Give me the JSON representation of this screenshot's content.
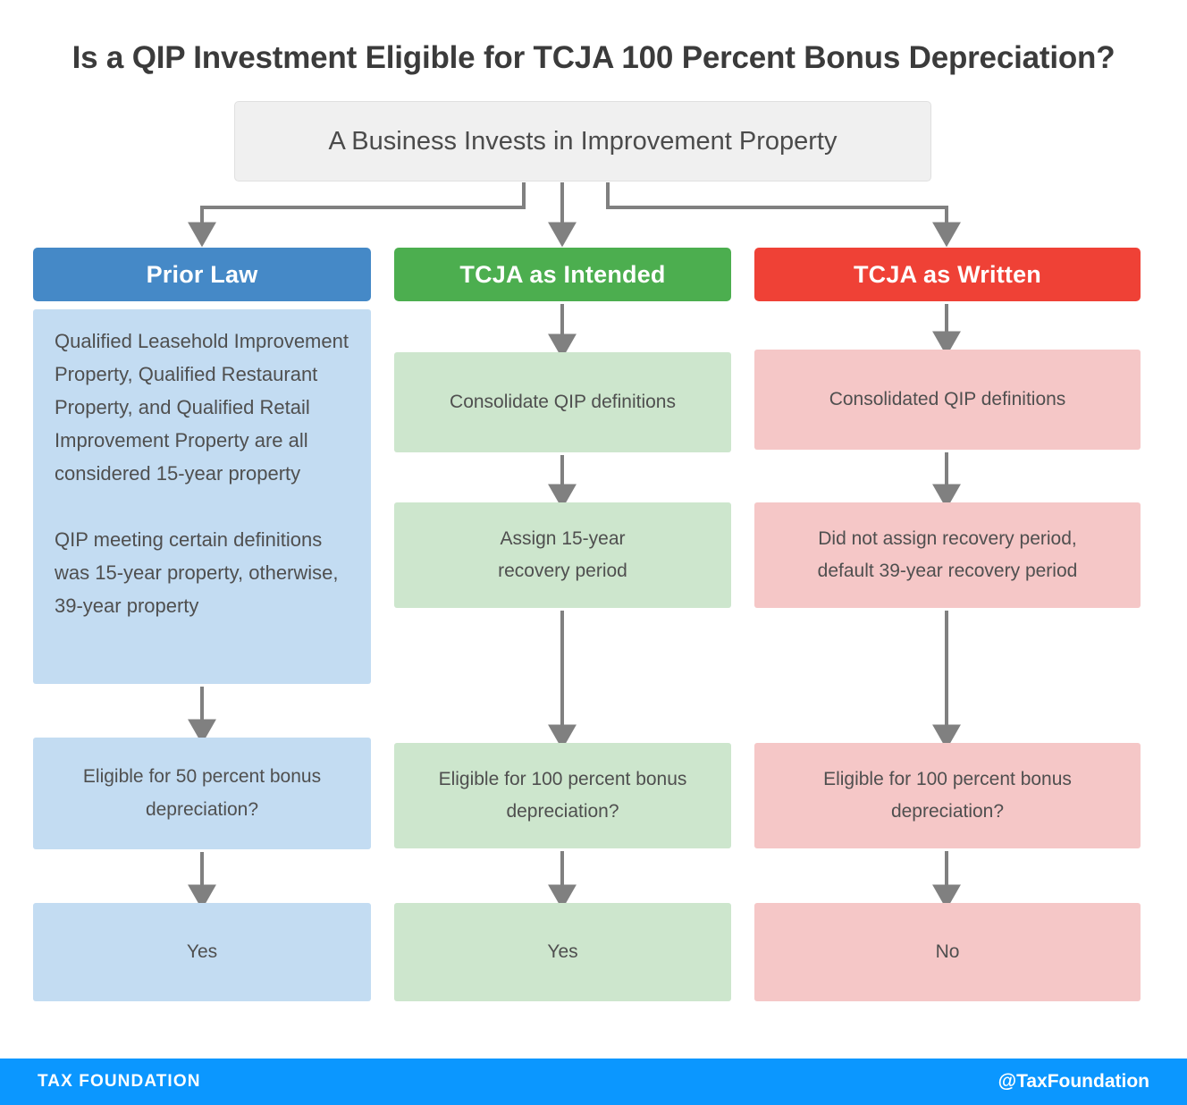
{
  "page": {
    "title": "Is a QIP Investment Eligible for TCJA 100 Percent Bonus Depreciation?",
    "root_node": "A Business Invests in Improvement Property"
  },
  "colors": {
    "prior_header": "#4589c7",
    "prior_fill": "#c3dcf2",
    "intended_header": "#4cae4f",
    "intended_fill": "#cde6cd",
    "written_header": "#ef4136",
    "written_fill": "#f5c7c7",
    "root_fill": "#f0f0f0",
    "connector": "#808080",
    "footer_bar": "#0b97ff",
    "title_text": "#3b3b3b",
    "body_text": "#4f4f4f"
  },
  "columns": [
    {
      "id": "prior-law",
      "header": "Prior Law",
      "nodes": [
        {
          "id": "prior-detail",
          "text": "Qualified Leasehold Improvement Property, Qualified Restaurant Property, and Qualified Retail Improvement Property are all considered 15-year property\n\nQIP meeting certain definitions was 15-year property, otherwise, 39-year property"
        },
        {
          "id": "prior-question",
          "text": "Eligible for 50 percent bonus depreciation?"
        },
        {
          "id": "prior-answer",
          "text": "Yes"
        }
      ]
    },
    {
      "id": "tcja-as-intended",
      "header": "TCJA as Intended",
      "nodes": [
        {
          "id": "intended-step1",
          "text": "Consolidate QIP definitions"
        },
        {
          "id": "intended-step2",
          "text": "Assign 15-year\nrecovery period"
        },
        {
          "id": "intended-question",
          "text": "Eligible for 100 percent bonus depreciation?"
        },
        {
          "id": "intended-answer",
          "text": "Yes"
        }
      ]
    },
    {
      "id": "tcja-as-written",
      "header": "TCJA as Written",
      "nodes": [
        {
          "id": "written-step1",
          "text": "Consolidated QIP definitions"
        },
        {
          "id": "written-step2",
          "text": "Did not assign recovery period,\ndefault 39-year recovery period"
        },
        {
          "id": "written-question",
          "text": "Eligible for 100 percent bonus depreciation?"
        },
        {
          "id": "written-answer",
          "text": "No"
        }
      ]
    }
  ],
  "footer": {
    "brand": "TAX FOUNDATION",
    "handle": "@TaxFoundation"
  }
}
